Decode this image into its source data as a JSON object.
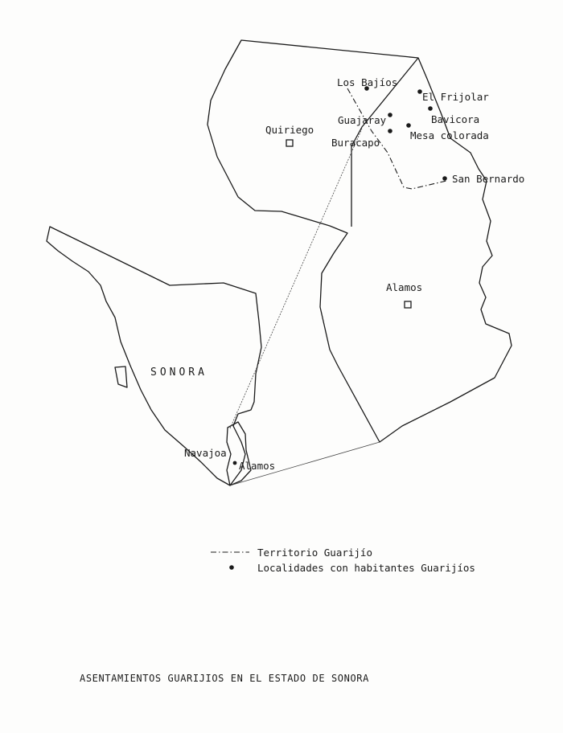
{
  "map": {
    "region_label": "SONORA",
    "places": {
      "quiriego": "Quiriego",
      "los_bajios": "Los Bajíos",
      "el_frijolar": "El Frijolar",
      "guajaray": "Guajaray",
      "bavicora": "Bavicora",
      "buracapo": "Buracapo",
      "mesa_colorada": "Mesa colorada",
      "san_bernardo": "San Bernardo",
      "alamos_main": "Alamos",
      "navajoa": "Navajoa",
      "alamos_inset": "Alamos"
    }
  },
  "legend": {
    "territory_label": "Territorio Guarijío",
    "localities_label": "Localidades con habitantes Guarijíos"
  },
  "caption": "ASENTAMIENTOS GUARIJIOS EN EL ESTADO DE SONORA",
  "colors": {
    "ink": "#1a1a1a",
    "paper": "#fdfdfc"
  }
}
